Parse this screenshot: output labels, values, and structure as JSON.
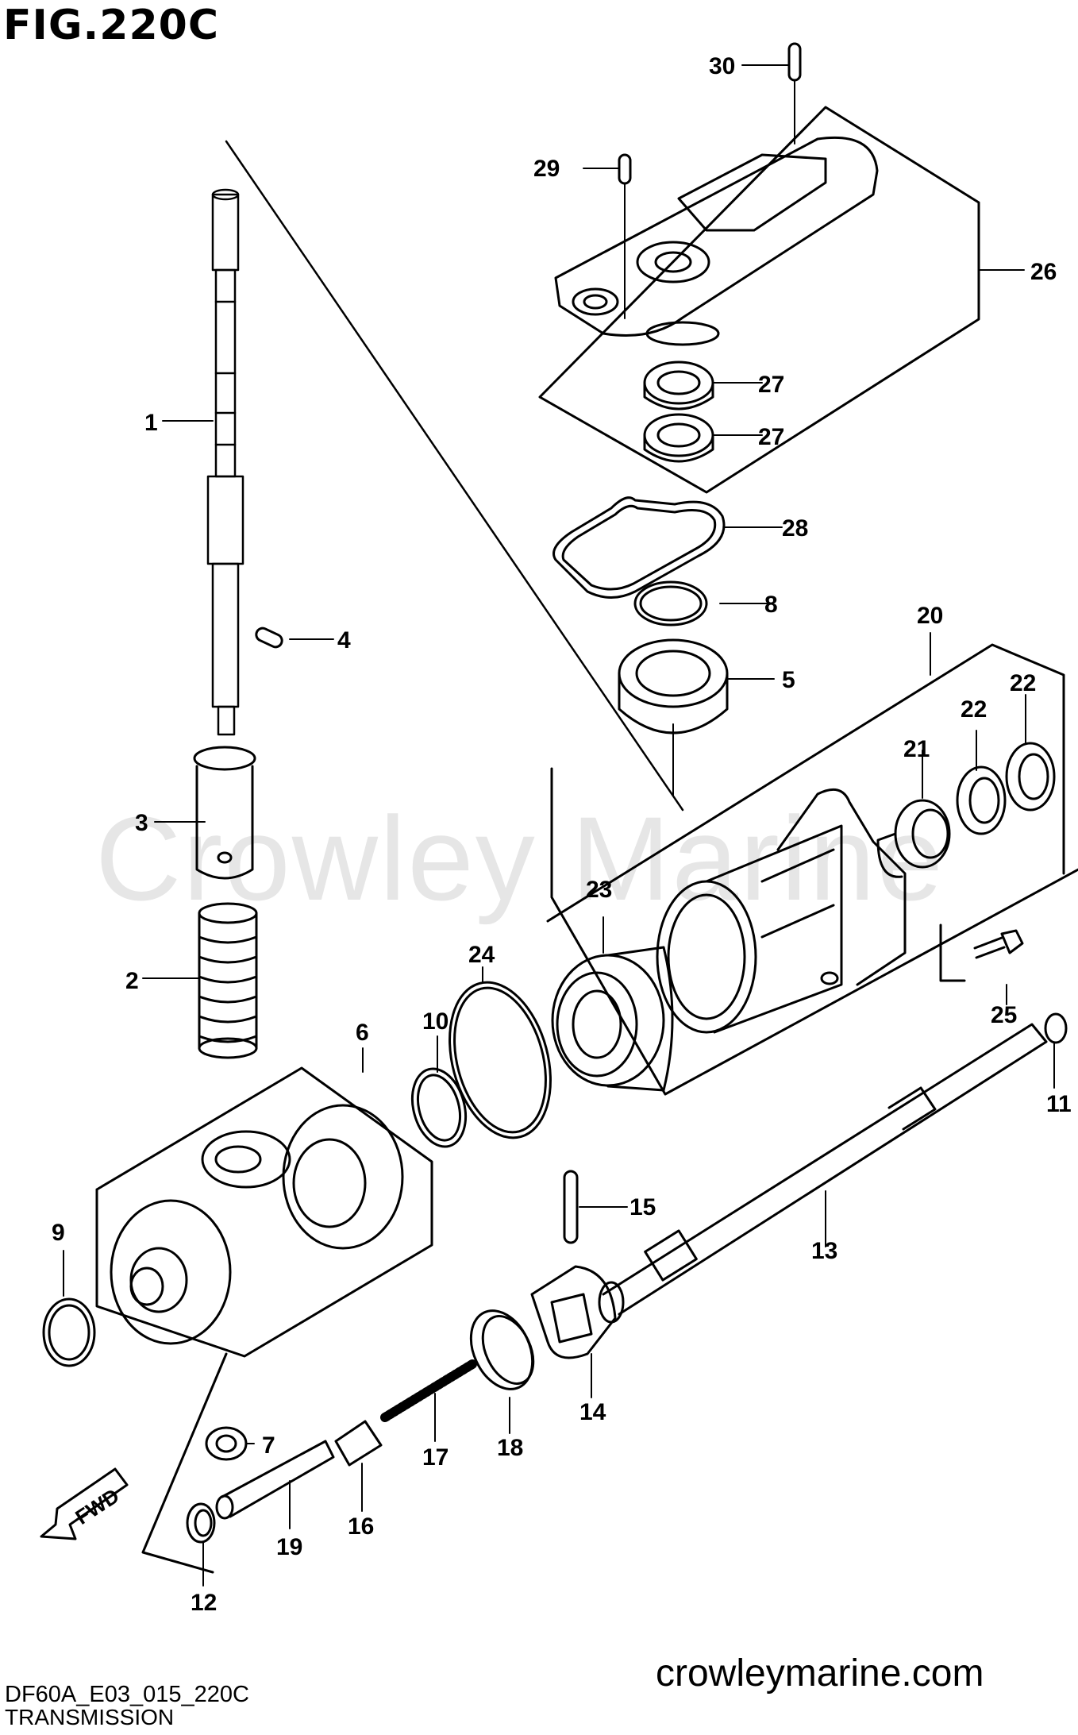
{
  "figure_title": "FIG.220C",
  "model_code": "DF60A_E03_015_220C",
  "section_title": "TRANSMISSION",
  "watermark": "Crowley Marine",
  "website": "crowleymarine.com",
  "fwd_label": "FWD",
  "callouts": [
    "1",
    "2",
    "3",
    "4",
    "5",
    "6",
    "7",
    "8",
    "9",
    "10",
    "11",
    "12",
    "13",
    "14",
    "15",
    "16",
    "17",
    "18",
    "19",
    "20",
    "21",
    "22",
    "22",
    "23",
    "24",
    "25",
    "26",
    "27",
    "27",
    "28",
    "29",
    "30"
  ]
}
